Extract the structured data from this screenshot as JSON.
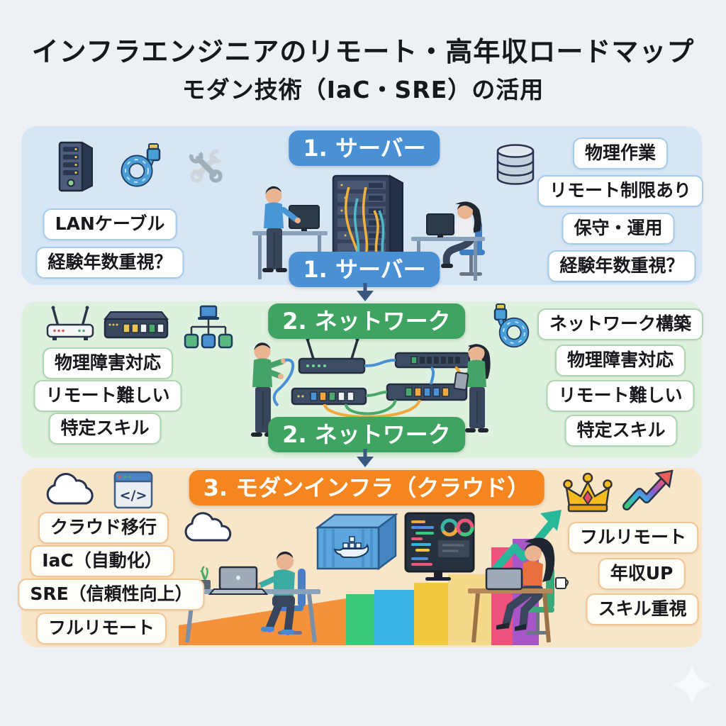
{
  "title": {
    "line1": "インフラエンジニアのリモート・高年収ロードマップ",
    "line2": "モダン技術（IaC・SRE）の活用"
  },
  "colors": {
    "page_bg": "#edf1f6",
    "title_color": "#15181c",
    "pill_text": "#17191d",
    "arrow_color": "#3a587e",
    "section1_bg": "#d7e6f5",
    "section1_badge": "#4a90d5",
    "section1_pill_border": "#a5cbe9",
    "section2_bg": "#def0de",
    "section2_badge": "#3fa462",
    "section2_pill_border": "#abd6b0",
    "section3_bg": "#f9e5c8",
    "section3_badge": "#f5861f",
    "section3_pill_border": "#f2c592"
  },
  "sections": {
    "server": {
      "badge_top": "1. サーバー",
      "badge_bottom": "1. サーバー",
      "icons_left": [
        "server-tower-icon",
        "lan-cable-icon",
        "crossed-wrenches-icon"
      ],
      "left_labels": [
        "LANケーブル",
        "経験年数重視？"
      ],
      "icons_right": [
        "database-icon"
      ],
      "right_labels": [
        "物理作業",
        "リモート制限あり",
        "保守・運用",
        "経験年数重視？"
      ]
    },
    "network": {
      "badge_top": "2. ネットワーク",
      "badge_bottom": "2. ネットワーク",
      "icons_left": [
        "wifi-router-icon",
        "network-switch-icon",
        "network-topology-icon"
      ],
      "left_labels": [
        "物理障害対応",
        "リモート難しい",
        "特定スキル"
      ],
      "icons_right": [
        "lan-cable-icon"
      ],
      "right_labels": [
        "ネットワーク構築",
        "物理障害対応",
        "リモート難しい",
        "特定スキル"
      ]
    },
    "modern": {
      "badge_top": "3. モダンインフラ（クラウド）",
      "icons_left": [
        "cloud-icon",
        "code-window-icon"
      ],
      "left_labels": [
        "クラウド移行",
        "IaC（自動化）",
        "SRE（信頼性向上）",
        "フルリモート"
      ],
      "icons_right": [
        "crown-icon",
        "growth-arrow-icon"
      ],
      "right_labels": [
        "フルリモート",
        "年収UP",
        "スキル重視"
      ],
      "code_symbol": "</>"
    }
  }
}
